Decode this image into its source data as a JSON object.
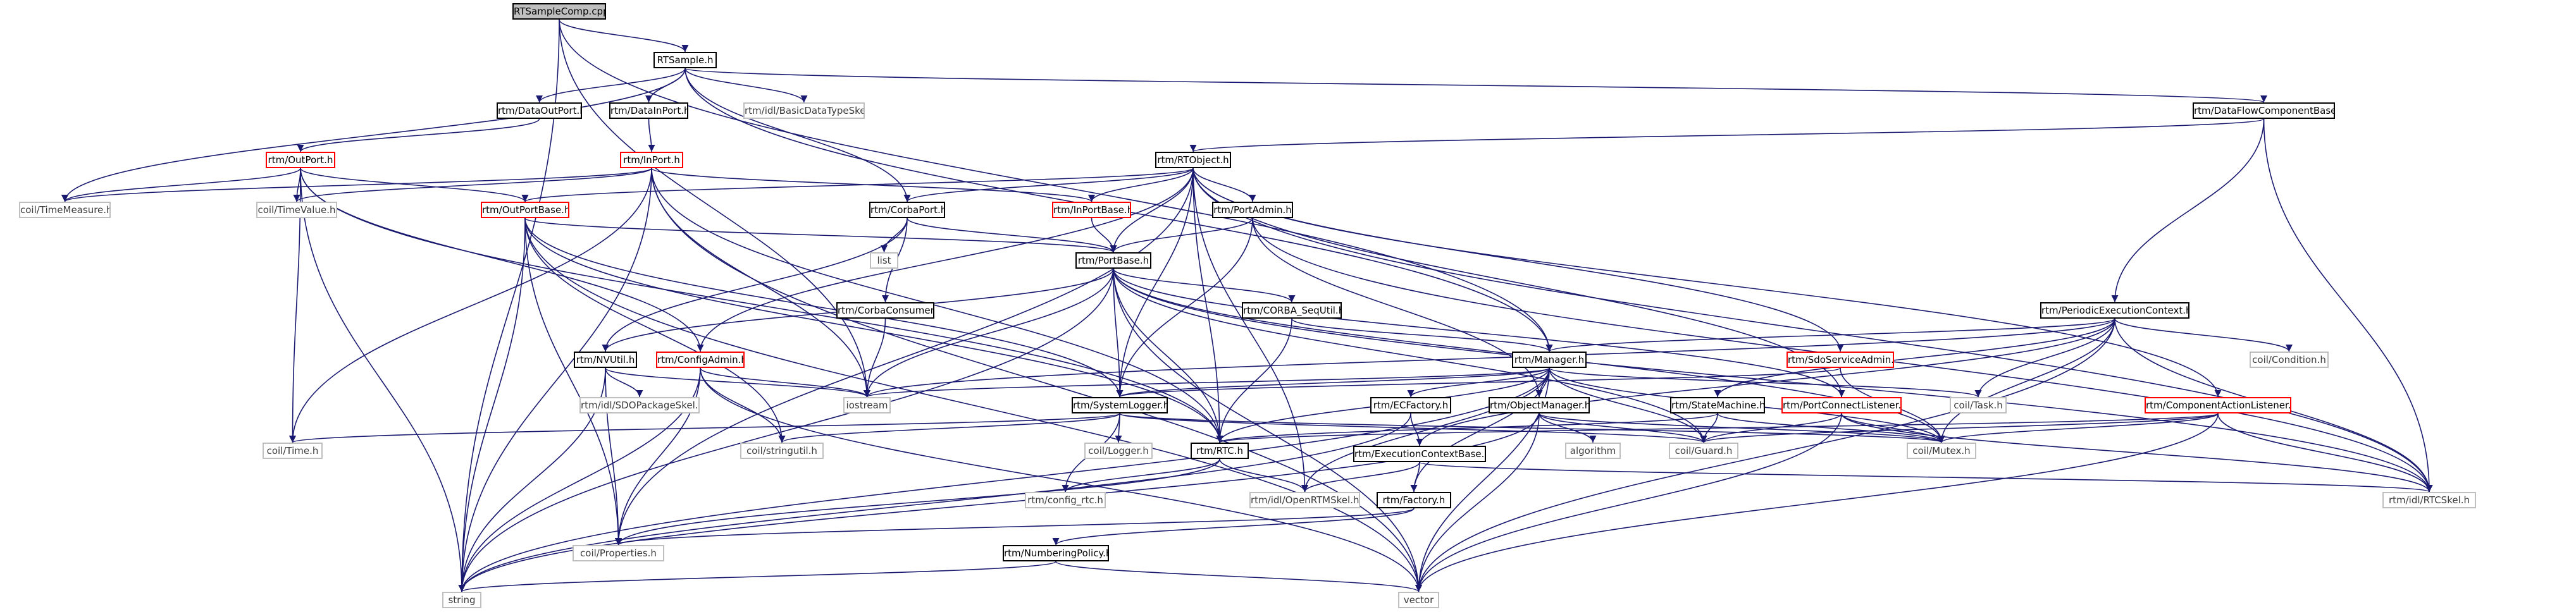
{
  "colors": {
    "edge": "#191970",
    "node_border": "#000000",
    "external_border": "#bfbfbf",
    "truncated_border": "#ff0000",
    "root_fill": "#bfbfbf"
  },
  "nodes": [
    {
      "id": "rtsamplecomp_cpp",
      "label": "RTSampleComp.cpp",
      "kind": "root"
    },
    {
      "id": "rtsample_h",
      "label": "RTSample.h",
      "kind": "normal"
    },
    {
      "id": "rtm_dataoutport_h",
      "label": "rtm/DataOutPort.h",
      "kind": "normal"
    },
    {
      "id": "rtm_datainport_h",
      "label": "rtm/DataInPort.h",
      "kind": "normal"
    },
    {
      "id": "rtm_idl_basicdatatypeskel_h",
      "label": "rtm/idl/BasicDataTypeSkel.h",
      "kind": "ext"
    },
    {
      "id": "rtm_dataflowcomponentbase_h",
      "label": "rtm/DataFlowComponentBase.h",
      "kind": "normal"
    },
    {
      "id": "rtm_outport_h",
      "label": "rtm/OutPort.h",
      "kind": "red"
    },
    {
      "id": "rtm_inport_h",
      "label": "rtm/InPort.h",
      "kind": "red"
    },
    {
      "id": "rtm_rtobject_h",
      "label": "rtm/RTObject.h",
      "kind": "normal"
    },
    {
      "id": "coil_timemeasure_h",
      "label": "coil/TimeMeasure.h",
      "kind": "ext"
    },
    {
      "id": "coil_timevalue_h",
      "label": "coil/TimeValue.h",
      "kind": "ext"
    },
    {
      "id": "rtm_outportbase_h",
      "label": "rtm/OutPortBase.h",
      "kind": "red"
    },
    {
      "id": "rtm_corbaport_h",
      "label": "rtm/CorbaPort.h",
      "kind": "normal"
    },
    {
      "id": "rtm_inportbase_h",
      "label": "rtm/InPortBase.h",
      "kind": "red"
    },
    {
      "id": "rtm_portadmin_h",
      "label": "rtm/PortAdmin.h",
      "kind": "normal"
    },
    {
      "id": "list",
      "label": "list",
      "kind": "ext"
    },
    {
      "id": "rtm_portbase_h",
      "label": "rtm/PortBase.h",
      "kind": "normal"
    },
    {
      "id": "rtm_corbaconsumer_h",
      "label": "rtm/CorbaConsumer.h",
      "kind": "normal"
    },
    {
      "id": "rtm_corba_sequtil_h",
      "label": "rtm/CORBA_SeqUtil.h",
      "kind": "normal"
    },
    {
      "id": "rtm_periodicexecutioncontext_h",
      "label": "rtm/PeriodicExecutionContext.h",
      "kind": "normal"
    },
    {
      "id": "rtm_nvutil_h",
      "label": "rtm/NVUtil.h",
      "kind": "normal"
    },
    {
      "id": "rtm_configadmin_h",
      "label": "rtm/ConfigAdmin.h",
      "kind": "red"
    },
    {
      "id": "rtm_manager_h",
      "label": "rtm/Manager.h",
      "kind": "normal"
    },
    {
      "id": "rtm_sdoserviceadmin_h",
      "label": "rtm/SdoServiceAdmin.h",
      "kind": "red"
    },
    {
      "id": "coil_condition_h",
      "label": "coil/Condition.h",
      "kind": "ext"
    },
    {
      "id": "rtm_idl_sdopackageskel_h",
      "label": "rtm/idl/SDOPackageSkel.h",
      "kind": "ext"
    },
    {
      "id": "iostream",
      "label": "iostream",
      "kind": "ext"
    },
    {
      "id": "rtm_systemlogger_h",
      "label": "rtm/SystemLogger.h",
      "kind": "normal"
    },
    {
      "id": "rtm_ecfactory_h",
      "label": "rtm/ECFactory.h",
      "kind": "normal"
    },
    {
      "id": "rtm_objectmanager_h",
      "label": "rtm/ObjectManager.h",
      "kind": "normal"
    },
    {
      "id": "rtm_statemachine_h",
      "label": "rtm/StateMachine.h",
      "kind": "normal"
    },
    {
      "id": "rtm_portconnectlistener_h",
      "label": "rtm/PortConnectListener.h",
      "kind": "red"
    },
    {
      "id": "coil_task_h",
      "label": "coil/Task.h",
      "kind": "ext"
    },
    {
      "id": "rtm_componentactionlistener_h",
      "label": "rtm/ComponentActionListener.h",
      "kind": "red"
    },
    {
      "id": "coil_time_h",
      "label": "coil/Time.h",
      "kind": "ext"
    },
    {
      "id": "coil_stringutil_h",
      "label": "coil/stringutil.h",
      "kind": "ext"
    },
    {
      "id": "coil_logger_h",
      "label": "coil/Logger.h",
      "kind": "ext"
    },
    {
      "id": "rtm_rtc_h",
      "label": "rtm/RTC.h",
      "kind": "normal"
    },
    {
      "id": "algorithm",
      "label": "algorithm",
      "kind": "ext"
    },
    {
      "id": "coil_guard_h",
      "label": "coil/Guard.h",
      "kind": "ext"
    },
    {
      "id": "coil_mutex_h",
      "label": "coil/Mutex.h",
      "kind": "ext"
    },
    {
      "id": "rtm_executioncontextbase_h",
      "label": "rtm/ExecutionContextBase.h",
      "kind": "normal"
    },
    {
      "id": "rtm_config_rtc_h",
      "label": "rtm/config_rtc.h",
      "kind": "ext"
    },
    {
      "id": "rtm_idl_openrtmskel_h",
      "label": "rtm/idl/OpenRTMSkel.h",
      "kind": "ext"
    },
    {
      "id": "rtm_factory_h",
      "label": "rtm/Factory.h",
      "kind": "normal"
    },
    {
      "id": "rtm_idl_rtcskel_h",
      "label": "rtm/idl/RTCSkel.h",
      "kind": "ext"
    },
    {
      "id": "coil_properties_h",
      "label": "coil/Properties.h",
      "kind": "ext"
    },
    {
      "id": "rtm_numberingpolicy_h",
      "label": "rtm/NumberingPolicy.h",
      "kind": "normal"
    },
    {
      "id": "string",
      "label": "string",
      "kind": "ext"
    },
    {
      "id": "vector",
      "label": "vector",
      "kind": "ext"
    }
  ]
}
